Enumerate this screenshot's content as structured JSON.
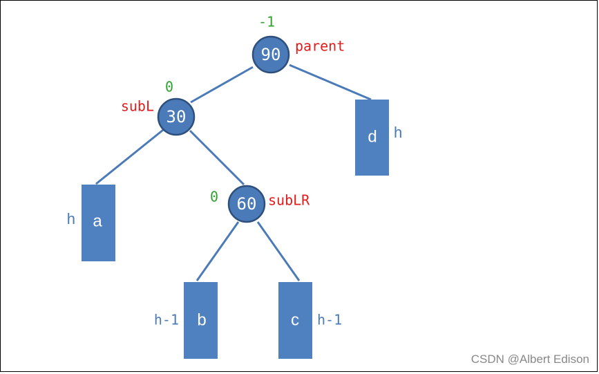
{
  "colors": {
    "node_fill": "#4a7ab8",
    "node_stroke": "#2e4f7c",
    "edge": "#4a7ab8",
    "subtree_fill": "#4f80bf",
    "balance_factor": "#2ea32e",
    "pointer_label": "#e31b1b",
    "height_label": "#4a7ab8",
    "watermark": "#888888"
  },
  "nodes": {
    "n90": {
      "value": "90",
      "balance": "-1",
      "pointer": "parent"
    },
    "n30": {
      "value": "30",
      "balance": "0",
      "pointer": "subL"
    },
    "n60": {
      "value": "60",
      "balance": "0",
      "pointer": "subLR"
    }
  },
  "subtrees": {
    "a": {
      "label": "a",
      "height": "h"
    },
    "b": {
      "label": "b",
      "height": "h-1"
    },
    "c": {
      "label": "c",
      "height": "h-1"
    },
    "d": {
      "label": "d",
      "height": "h"
    }
  },
  "watermark": "CSDN @Albert Edison"
}
